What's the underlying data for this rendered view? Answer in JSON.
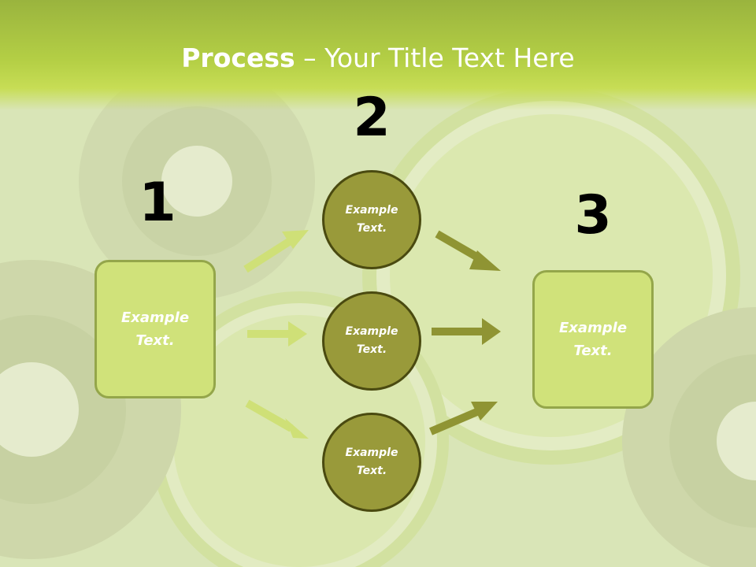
{
  "title": {
    "bold": "Process",
    "rest": " – Your Title Text Here"
  },
  "steps": [
    "1",
    "2",
    "3"
  ],
  "left_box": {
    "line1": "Example",
    "line2": "Text."
  },
  "circles": [
    {
      "line1": "Example",
      "line2": "Text."
    },
    {
      "line1": "Example",
      "line2": "Text."
    },
    {
      "line1": "Example",
      "line2": "Text."
    }
  ],
  "right_box": {
    "line1": "Example",
    "line2": "Text."
  },
  "colors": {
    "title_band": "#b4cf45",
    "box_fill": "#d0e27a",
    "box_border": "#94a64a",
    "circle_fill": "#999a3a",
    "circle_border": "#4a4a10",
    "arrow_light": "#cfe077",
    "arrow_dark": "#8f9433"
  }
}
